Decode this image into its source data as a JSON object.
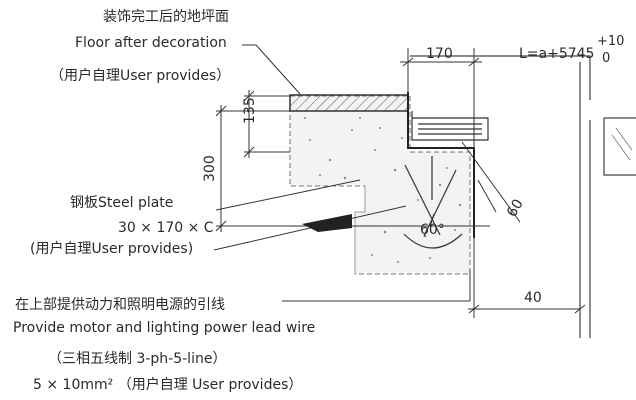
{
  "labels": {
    "floor_cn": "装饰完工后的地坪面",
    "floor_en": "Floor after decoration",
    "floor_provides": "（用户自理User provides）",
    "steel_plate": "钢板Steel plate",
    "angle_spec": "30 × 170 × C",
    "angle_provides": "(用户自理User provides)",
    "lead_cn": "在上部提供动力和照明电源的引线",
    "lead_en": "Provide motor and lighting power lead wire",
    "three_phase": "（三相五线制 3-ph-5-line）",
    "wire_spec": "5 × 10mm²  （用户自理 User provides）"
  },
  "dimensions": {
    "width_170": "170",
    "length_formula": "L=a+5745",
    "tol_plus": "+10",
    "tol_zero": "0",
    "height_135": "135",
    "height_300": "300",
    "angle_60_deg": "60°",
    "dim_60": "60",
    "dim_40": "40"
  }
}
